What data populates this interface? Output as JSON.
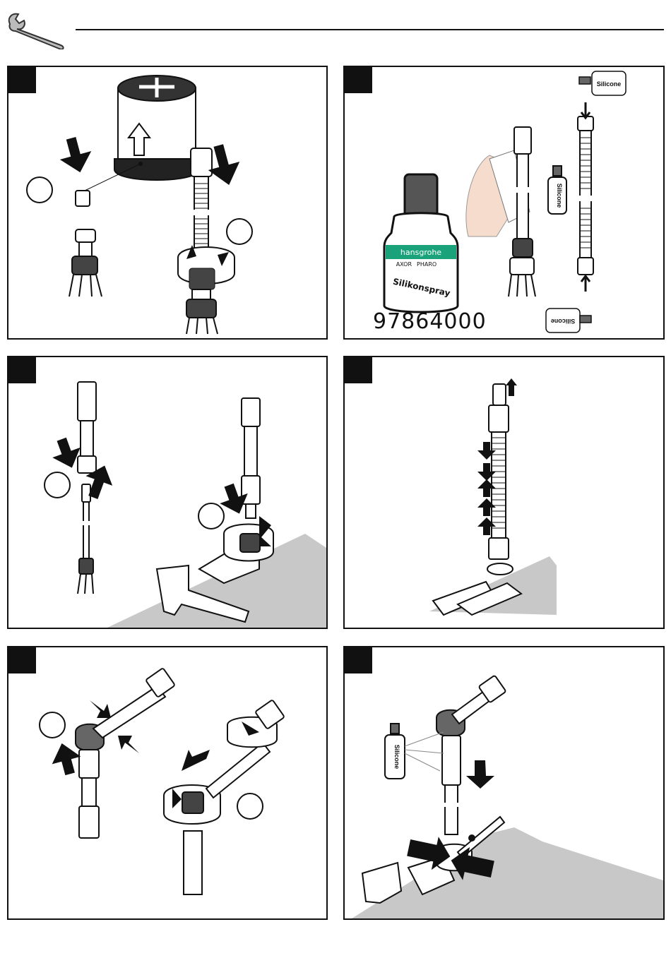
{
  "header": {
    "icon": "wrench-icon"
  },
  "panels": [
    {
      "id": "panel-1",
      "callouts": 2
    },
    {
      "id": "panel-2",
      "bottle": {
        "brand": "hansgrohe",
        "sub_brand_left": "AXOR",
        "sub_brand_right": "PHARO",
        "product": "Silikonspray"
      },
      "part_number": "97864000",
      "spray_label": "Silicone"
    },
    {
      "id": "panel-3",
      "callouts": 2
    },
    {
      "id": "panel-4"
    },
    {
      "id": "panel-5",
      "callouts": 2
    },
    {
      "id": "panel-6",
      "spray_label": "Silicone"
    }
  ],
  "colors": {
    "ink": "#111111",
    "surface_gray": "#c8c8c8",
    "bottle_teal": "#1aa37a"
  }
}
